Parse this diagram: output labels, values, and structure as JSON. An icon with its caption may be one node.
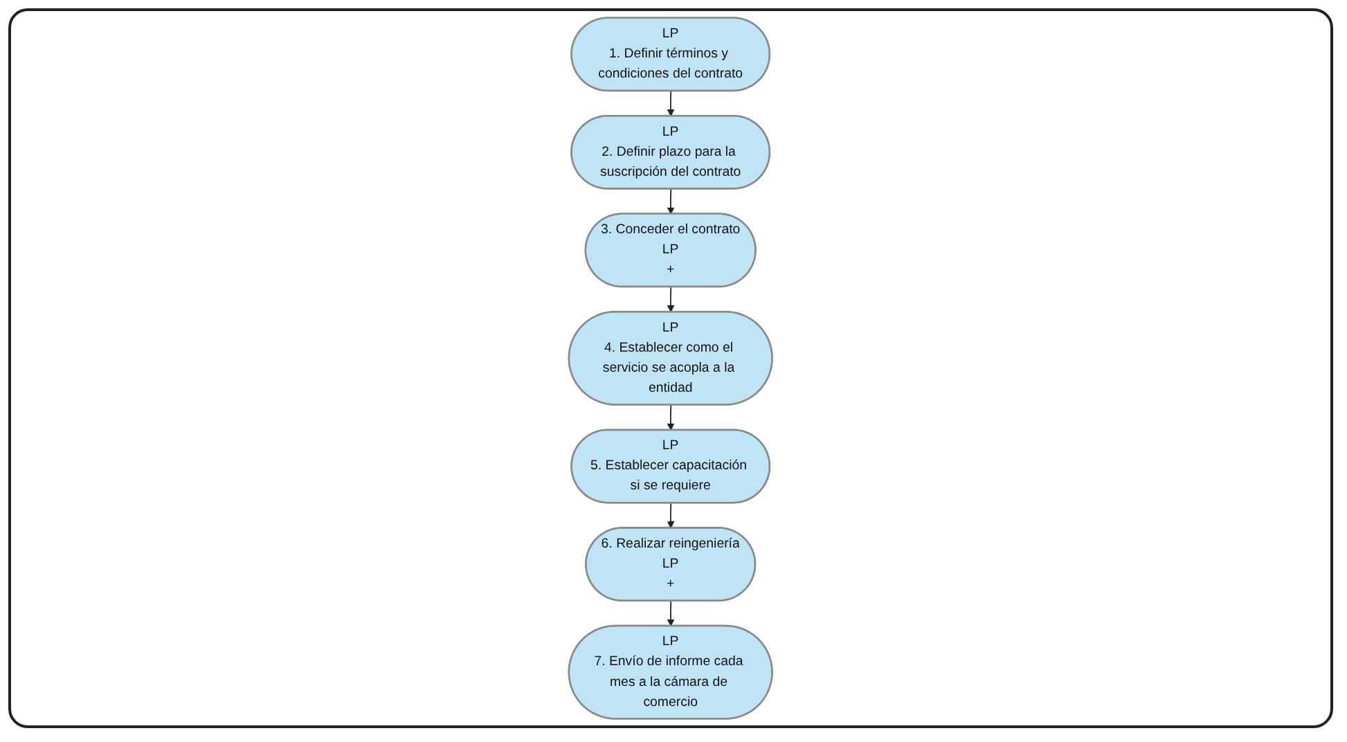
{
  "diagram": {
    "nodes": [
      {
        "text": [
          "LP",
          "1. Definir términos y condiciones del contrato"
        ]
      },
      {
        "text": [
          "LP",
          "2. Definir plazo para la suscripción del contrato"
        ]
      },
      {
        "text": [
          "3. Conceder el contrato",
          "LP",
          "+"
        ]
      },
      {
        "text": [
          "LP",
          "4. Establecer como el servicio se acopla a la entidad"
        ]
      },
      {
        "text": [
          "LP",
          "5. Establecer capacitación si se requiere"
        ]
      },
      {
        "text": [
          "6. Realizar reingeniería",
          "LP",
          "+"
        ]
      },
      {
        "text": [
          "LP",
          "7. Envío de informe cada mes a la cámara de comercio"
        ]
      }
    ],
    "edges": [
      {
        "from": 0,
        "to": 1,
        "arrow": "to"
      },
      {
        "from": 1,
        "to": 2,
        "arrow": "to"
      },
      {
        "from": 2,
        "to": 3,
        "arrow": "to"
      },
      {
        "from": 3,
        "to": 4,
        "arrow": "to"
      },
      {
        "from": 4,
        "to": 5,
        "arrow": "to"
      },
      {
        "from": 5,
        "to": 6,
        "arrow": "to"
      }
    ]
  }
}
